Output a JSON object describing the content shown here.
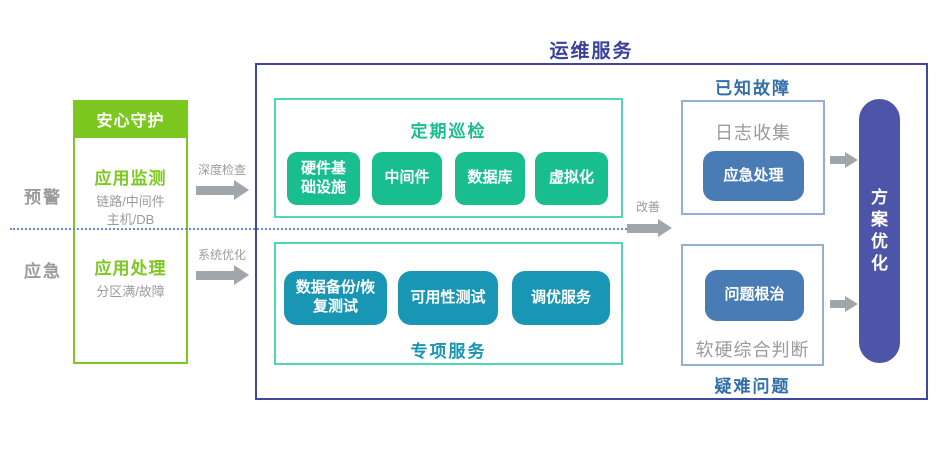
{
  "colors": {
    "bright_green": "#7CC820",
    "emerald": "#19BE8F",
    "mint_border": "#4ED8B0",
    "teal": "#1896B4",
    "indigo": "#39419B",
    "steel_blue": "#497CB4",
    "light_blue_border": "#93AFD6",
    "blue_title": "#336FA9",
    "gray_text": "#9B9B9B",
    "arrow_gray": "#A1A6AB",
    "pill_indigo": "#4C55A8"
  },
  "left": {
    "row_labels": [
      {
        "label": "预警"
      },
      {
        "label": "应急"
      }
    ],
    "panel": {
      "header": "安心守护",
      "sections": [
        {
          "title": "应用监测",
          "lines": [
            "链路/中间件",
            "主机/DB"
          ]
        },
        {
          "title": "应用处理",
          "lines": [
            "分区满/故障"
          ]
        }
      ]
    },
    "arrows": [
      {
        "label": "深度检查"
      },
      {
        "label": "系统优化"
      }
    ]
  },
  "main": {
    "title": "运维服务",
    "inspection": {
      "title": "定期巡检",
      "items": [
        "硬件基础设施",
        "中间件",
        "数据库",
        "虚拟化"
      ]
    },
    "special": {
      "title": "专项服务",
      "items": [
        "数据备份/恢复测试",
        "可用性测试",
        "调优服务"
      ]
    },
    "improve_arrow_label": "改善"
  },
  "right": {
    "known_faults": {
      "title": "已知故障",
      "subtitle": "日志收集",
      "action": "应急处理"
    },
    "difficult_problems": {
      "title": "疑难问题",
      "action": "问题根治",
      "subtitle": "软硬综合判断"
    },
    "result": "方案优化"
  }
}
